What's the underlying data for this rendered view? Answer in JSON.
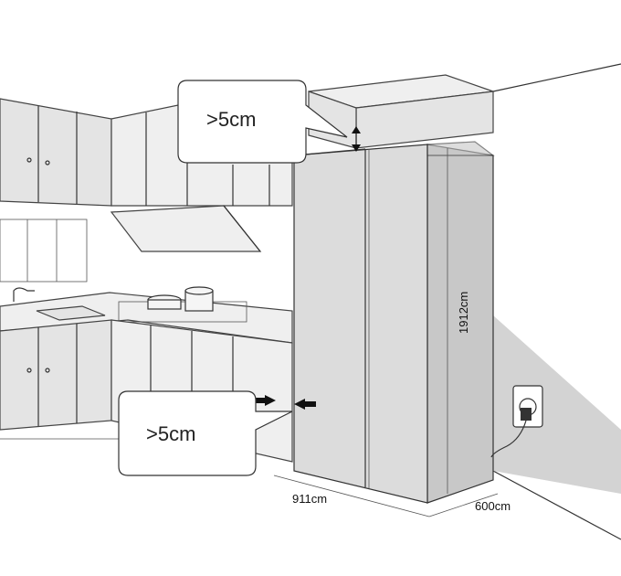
{
  "callouts": {
    "top_clearance": ">5cm",
    "side_clearance": ">5cm"
  },
  "dimensions": {
    "width": "911cm",
    "depth": "600cm",
    "height": "1912cm"
  },
  "colors": {
    "fridge_front": "#dcdcdc",
    "fridge_side": "#c8c8c8",
    "cabinet": "#e4e4e4",
    "floor_shadow": "#d3d3d3"
  }
}
